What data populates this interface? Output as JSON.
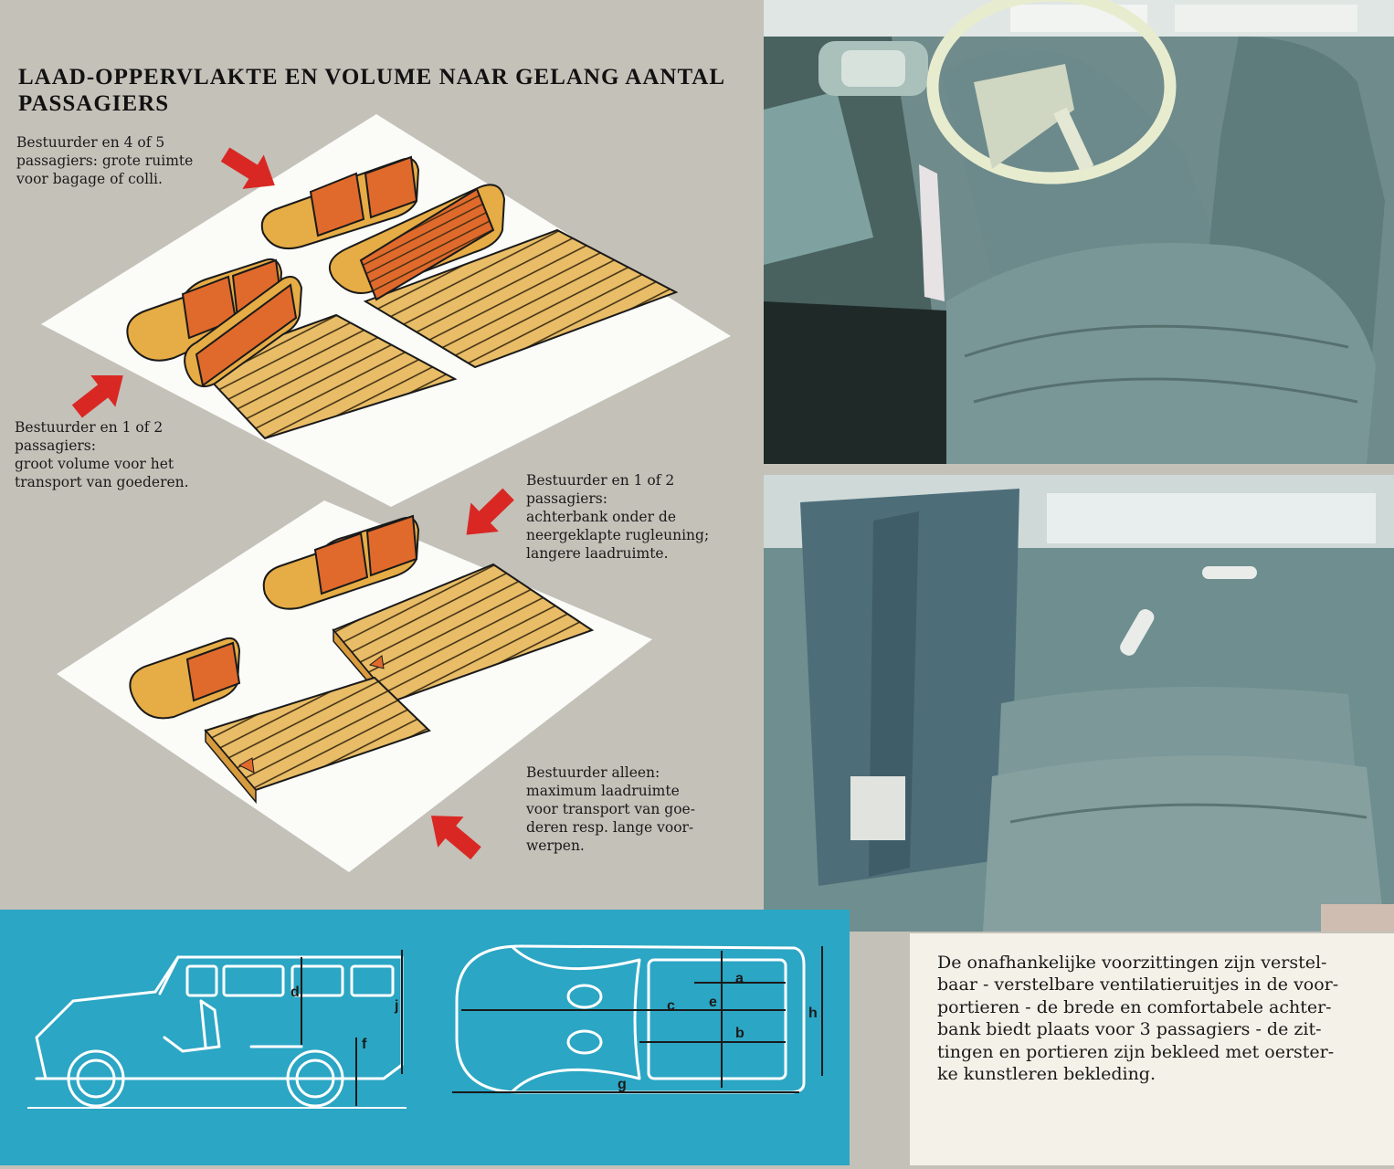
{
  "title": {
    "line1": "LAAD-OPPERVLAKTE EN VOLUME NAAR GELANG AANTAL",
    "line2": "PASSAGIERS"
  },
  "captions": {
    "four_five": [
      "Bestuurder en 4 of 5",
      "passagiers: grote ruimte",
      "voor bagage of colli."
    ],
    "one_two_a": [
      "Bestuurder en 1 of 2",
      "passagiers:",
      "groot volume voor het",
      "transport van goederen."
    ],
    "one_two_b": [
      "Bestuurder en 1 of 2",
      "passagiers:",
      "achterbank onder de",
      "neergeklapte rugleuning;",
      "langere laadruimte."
    ],
    "alone": [
      "Bestuurder alleen:",
      "maximum laadruimte",
      "voor transport van goe-",
      "deren resp. lange voor-",
      "werpen."
    ]
  },
  "dimension_labels": {
    "d": "d",
    "j": "j",
    "f": "f",
    "a": "a",
    "e": "e",
    "c": "c",
    "b": "b",
    "h": "h",
    "g": "g"
  },
  "description": [
    "De onafhankelijke voorzittingen zijn verstel-",
    "baar - verstelbare ventilatieruitjes in de voor-",
    "portieren - de brede en comfortabele achter-",
    "bank biedt plaats voor 3 passagiers - de zit-",
    "tingen en portieren zijn bekleed met oerster-",
    "ke kunstleren bekleding."
  ],
  "colors": {
    "page_bg": "#c4c1b9",
    "sheet": "#fbfbf8",
    "seat": "#e6ac45",
    "seat_back": "#e06a2c",
    "wood": "#e9bd67",
    "arrow": "#d92824",
    "blueprint": "#2ba6c4",
    "upholstery": "#6f8c8d"
  }
}
